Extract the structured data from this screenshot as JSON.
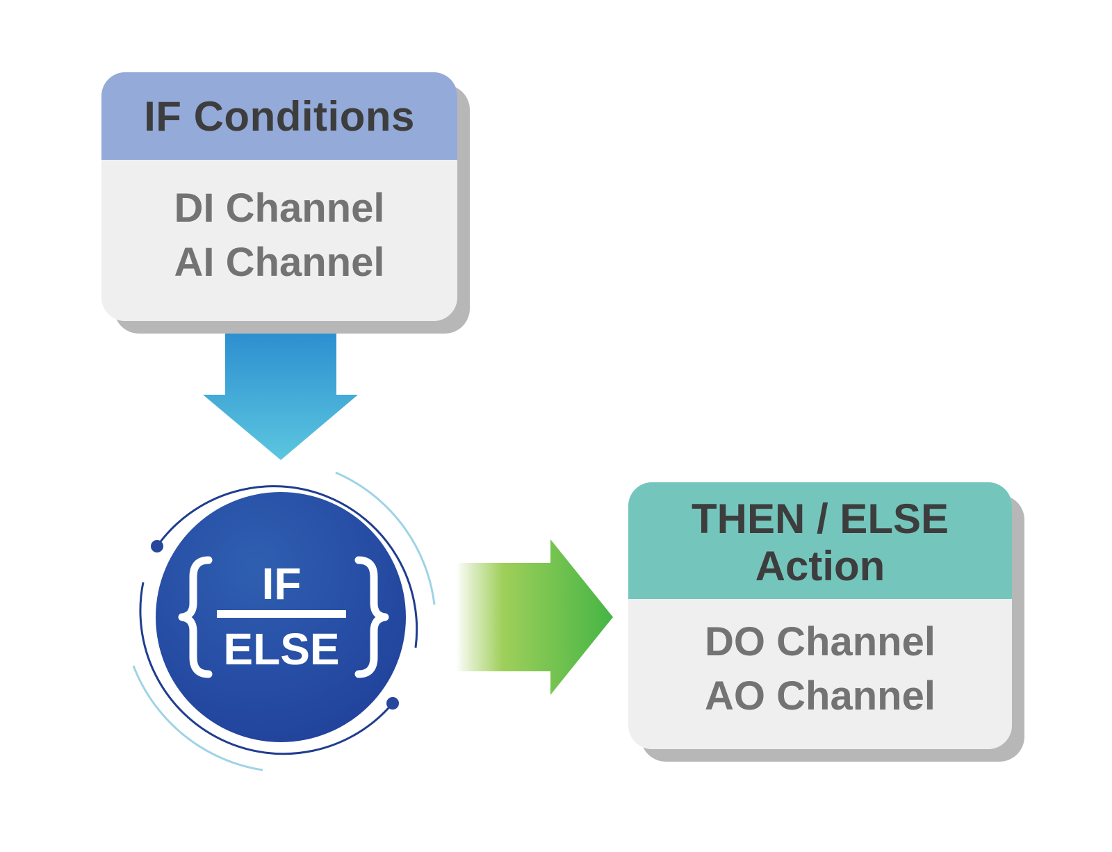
{
  "colors": {
    "if_header": "#94aad8",
    "then_header": "#74c6bd",
    "card_body": "#efeff0",
    "card_shadow": "#b7b7b7",
    "down_arrow_top": "#2d8fd0",
    "down_arrow_bottom": "#5cc6df",
    "right_arrow_end": "#45b545",
    "circle_fill": "#26479c",
    "ring_dark": "#1f3d8f",
    "ring_light": "#9fd3e6"
  },
  "if_card": {
    "title": "IF Conditions",
    "items": [
      "DI Channel",
      "AI Channel"
    ]
  },
  "badge": {
    "top_label": "IF",
    "bottom_label": "ELSE",
    "left_brace_icon": "curly-brace-open",
    "right_brace_icon": "curly-brace-close"
  },
  "then_card": {
    "title_line1": "THEN / ELSE",
    "title_line2": "Action",
    "items": [
      "DO Channel",
      "AO Channel"
    ]
  },
  "arrows": {
    "down_icon": "down-arrow",
    "right_icon": "right-arrow"
  }
}
